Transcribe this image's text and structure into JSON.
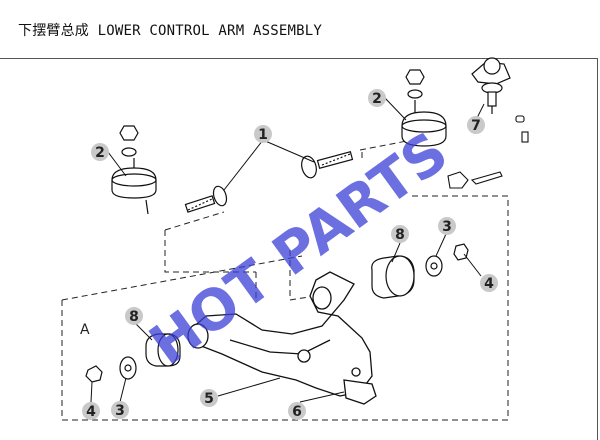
{
  "title": "下摆臂总成 LOWER CONTROL ARM ASSEMBLY",
  "watermark": "HOT PARTS",
  "sub_assembly_label": "A",
  "callouts": [
    {
      "id": "c1",
      "label": "1"
    },
    {
      "id": "c2a",
      "label": "2"
    },
    {
      "id": "c2b",
      "label": "2"
    },
    {
      "id": "c7",
      "label": "7"
    },
    {
      "id": "c8a",
      "label": "8"
    },
    {
      "id": "c3a",
      "label": "3"
    },
    {
      "id": "c4a",
      "label": "4"
    },
    {
      "id": "c8b",
      "label": "8"
    },
    {
      "id": "c4b",
      "label": "4"
    },
    {
      "id": "c3b",
      "label": "3"
    },
    {
      "id": "c5",
      "label": "5"
    },
    {
      "id": "c6",
      "label": "6"
    }
  ],
  "colors": {
    "callout_fill": "#c9c9c9",
    "line": "#111111",
    "watermark": "#3b3fd6"
  }
}
